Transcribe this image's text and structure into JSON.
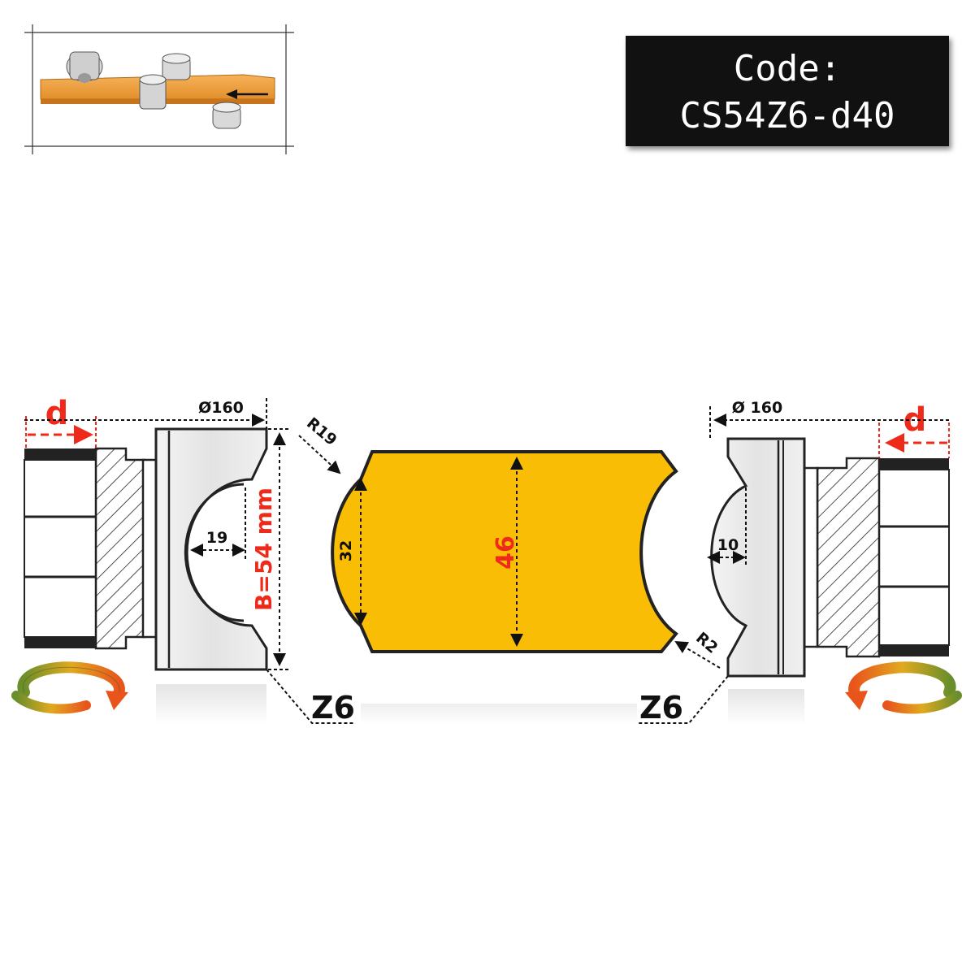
{
  "product": {
    "code_label": "Code:",
    "code_value": "CS54Z6-d40"
  },
  "dimensions": {
    "left_cutter": {
      "bore_symbol": "d",
      "diameter": "Ø160",
      "height": "B=54 mm",
      "profile_depth": "19",
      "teeth": "Z6"
    },
    "right_cutter": {
      "bore_symbol": "d",
      "diameter": "Ø 160",
      "profile_depth": "10",
      "teeth": "Z6"
    },
    "workpiece": {
      "radius_large": "R19",
      "radius_small": "R2",
      "bead_height": "32",
      "total_height": "46"
    }
  },
  "colors": {
    "workpiece_fill": "#f9bd05",
    "dimension_accent": "#ee2a1a",
    "code_box_bg": "#111111",
    "cutter_fill": "#e6e6e6"
  },
  "icons": {
    "left_rotation": "rotation-arrow-icon",
    "right_rotation": "rotation-arrow-icon",
    "usage_illustration": "machining-setup-icon"
  }
}
